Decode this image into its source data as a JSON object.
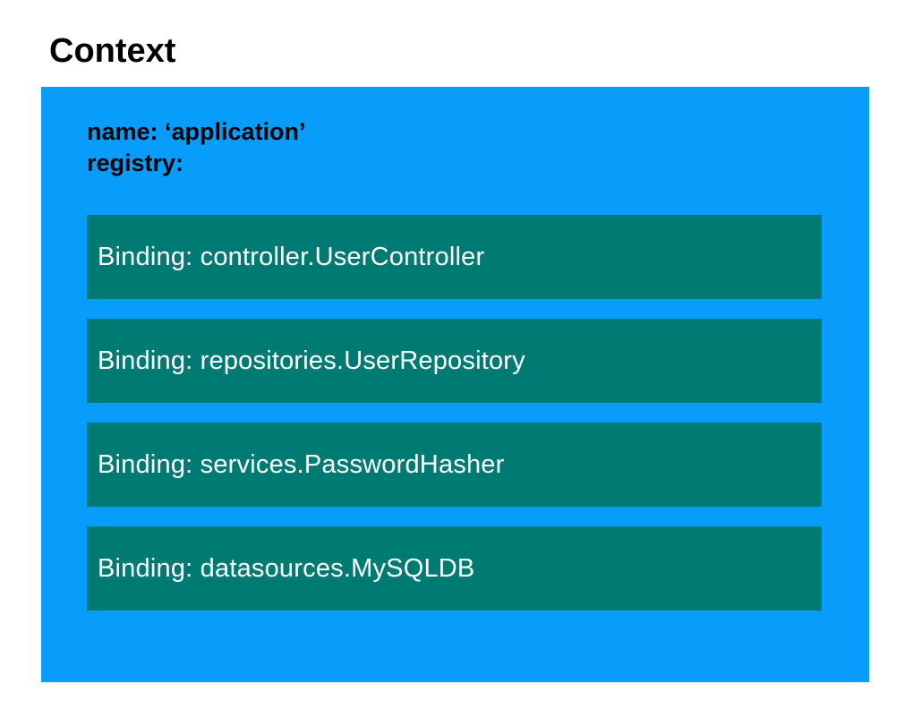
{
  "title": "Context",
  "context": {
    "name_line": "name: ‘application’",
    "registry_line": "registry:"
  },
  "bindings": [
    {
      "label": "Binding: controller.UserController"
    },
    {
      "label": "Binding: repositories.UserRepository"
    },
    {
      "label": "Binding: services.PasswordHasher"
    },
    {
      "label": "Binding: datasources.MySQLDB"
    }
  ],
  "colors": {
    "container_blue": "#089DFB",
    "binding_teal": "#007B73",
    "binding_text": "#FFFFFF",
    "title_text": "#000000"
  }
}
